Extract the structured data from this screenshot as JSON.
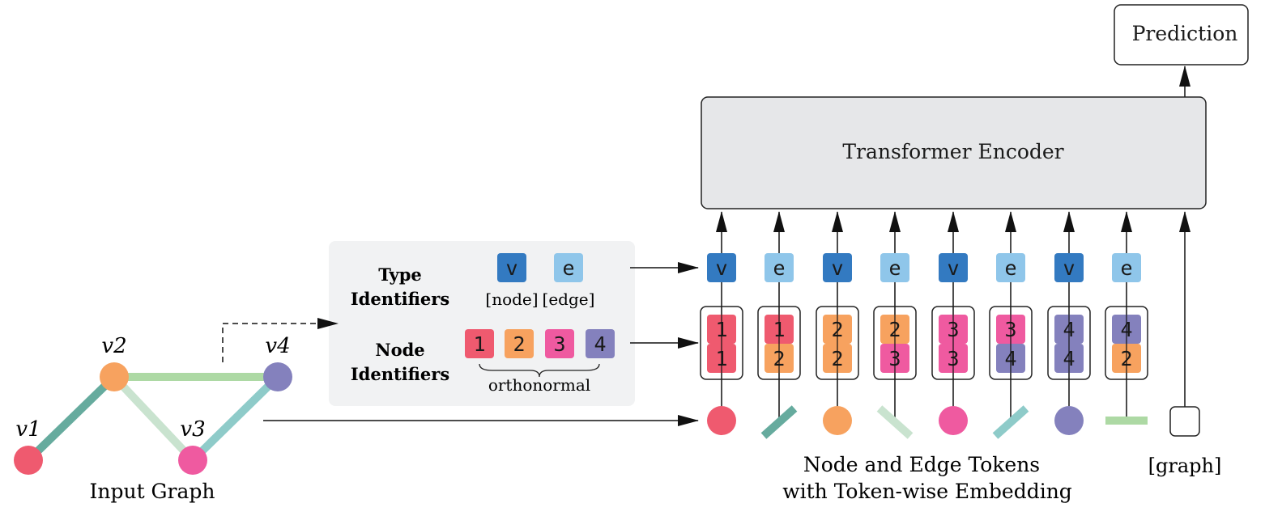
{
  "title_fragment": "",
  "prediction": {
    "label": "Prediction"
  },
  "encoder": {
    "label": "Transformer Encoder"
  },
  "identifiers_panel": {
    "type_label_line1": "Type",
    "type_label_line2": "Identifiers",
    "node_label_line1": "Node",
    "node_label_line2": "Identifiers",
    "type_ids": [
      {
        "glyph": "v",
        "caption": "[node]",
        "color": "#337ac1"
      },
      {
        "glyph": "e",
        "caption": "[edge]",
        "color": "#8fc6ea"
      }
    ],
    "node_ids": [
      {
        "glyph": "1",
        "color": "#ef5a6f"
      },
      {
        "glyph": "2",
        "color": "#f7a25f"
      },
      {
        "glyph": "3",
        "color": "#ef5aa0"
      },
      {
        "glyph": "4",
        "color": "#8481bd"
      }
    ],
    "node_ids_caption": "orthonormal"
  },
  "input_graph": {
    "caption": "Input Graph",
    "nodes": [
      {
        "label": "v1",
        "color": "#ef5a6f"
      },
      {
        "label": "v2",
        "color": "#f7a25f"
      },
      {
        "label": "v3",
        "color": "#ef5aa0"
      },
      {
        "label": "v4",
        "color": "#8481bd"
      }
    ],
    "edges": [
      {
        "from": 1,
        "to": 2,
        "color": "#66ab9e"
      },
      {
        "from": 2,
        "to": 3,
        "color": "#c9e3cf"
      },
      {
        "from": 2,
        "to": 4,
        "color": "#add9a4"
      },
      {
        "from": 3,
        "to": 4,
        "color": "#8ecbc9"
      }
    ]
  },
  "tokens": [
    {
      "type": "v",
      "ids": [
        "1",
        "1"
      ],
      "kind": "node",
      "color": "#ef5a6f"
    },
    {
      "type": "e",
      "ids": [
        "1",
        "2"
      ],
      "kind": "edge",
      "angle": "up",
      "color": "#66ab9e"
    },
    {
      "type": "v",
      "ids": [
        "2",
        "2"
      ],
      "kind": "node",
      "color": "#f7a25f"
    },
    {
      "type": "e",
      "ids": [
        "2",
        "3"
      ],
      "kind": "edge",
      "angle": "down",
      "color": "#c9e3cf"
    },
    {
      "type": "v",
      "ids": [
        "3",
        "3"
      ],
      "kind": "node",
      "color": "#ef5aa0"
    },
    {
      "type": "e",
      "ids": [
        "3",
        "4"
      ],
      "kind": "edge",
      "angle": "up",
      "color": "#8ecbc9"
    },
    {
      "type": "v",
      "ids": [
        "4",
        "4"
      ],
      "kind": "node",
      "color": "#8481bd"
    },
    {
      "type": "e",
      "ids": [
        "4",
        "2"
      ],
      "kind": "edge",
      "angle": "flat",
      "color": "#add9a4"
    }
  ],
  "graph_token": {
    "label": "[graph]"
  },
  "tokens_caption": {
    "line1": "Node and Edge Tokens",
    "line2": "with Token-wise Embedding"
  },
  "id_colors": {
    "1": "#ef5a6f",
    "2": "#f7a25f",
    "3": "#ef5aa0",
    "4": "#8481bd"
  },
  "type_colors": {
    "v": "#337ac1",
    "e": "#8fc6ea"
  }
}
